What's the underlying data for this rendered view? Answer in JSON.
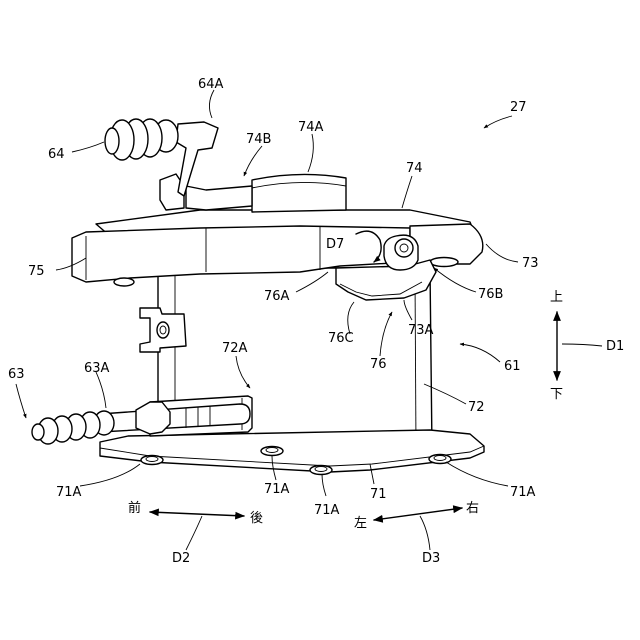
{
  "labels": {
    "l27": "27",
    "l64": "64",
    "l64A": "64A",
    "l74A": "74A",
    "l74B": "74B",
    "l74": "74",
    "l75": "75",
    "lD7": "D7",
    "l73": "73",
    "l76A": "76A",
    "l76B": "76B",
    "l76C": "76C",
    "l73A": "73A",
    "l76": "76",
    "l61": "61",
    "l72A": "72A",
    "l63": "63",
    "l63A": "63A",
    "l72": "72",
    "l71A_1": "71A",
    "l71A_2": "71A",
    "l71A_3": "71A",
    "l71A_4": "71A",
    "l71": "71",
    "lD1": "D1",
    "lD2": "D2",
    "lD3": "D3"
  },
  "directions": {
    "up": "上",
    "down": "下",
    "front": "前",
    "back": "後",
    "left": "左",
    "right": "右"
  }
}
